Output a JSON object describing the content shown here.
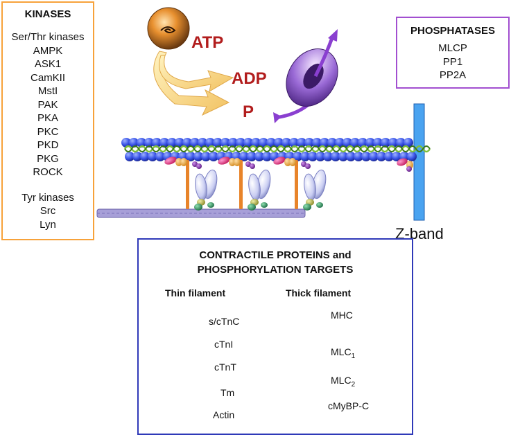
{
  "kinases": {
    "title": "KINASES",
    "serthr_header": "Ser/Thr kinases",
    "serthr": [
      "AMPK",
      "ASK1",
      "CamKII",
      "MstI",
      "PAK",
      "PKA",
      "PKC",
      "PKD",
      "PKG",
      "ROCK"
    ],
    "tyr_header": "Tyr kinases",
    "tyr": [
      "Src",
      "Lyn"
    ]
  },
  "phosphatases": {
    "title": "PHOSPHATASES",
    "items": [
      "MLCP",
      "PP1",
      "PP2A"
    ]
  },
  "reaction": {
    "atp": "ATP",
    "adp": "ADP",
    "p": "P"
  },
  "z_band": "Z-band",
  "legend": {
    "title_line1": "CONTRACTILE PROTEINS and",
    "title_line2": "PHOSPHORYLATION TARGETS",
    "thin_header": "Thin filament",
    "thick_header": "Thick filament",
    "thin_items": [
      "s/cTnC",
      "cTnI",
      "cTnT",
      "Tm",
      "Actin"
    ],
    "thick_items": {
      "mhc": "MHC",
      "mlc_base": "MLC",
      "mlc1_sub": "1",
      "mlc2_sub": "2",
      "cmybpc": "cMyBP-C"
    }
  },
  "p_glyph": "P",
  "colors": {
    "kinase_border": "#f7a23a",
    "phosphatase_border": "#a24fd0",
    "legend_border": "#2f39b8",
    "phospho_red": "#b21d1d",
    "actin_blue": "#3a55e8",
    "tropomyosin_green": "#7fbf3a",
    "zband_blue": "#4aa3f0",
    "mybpc_orange": "#e8842a"
  }
}
